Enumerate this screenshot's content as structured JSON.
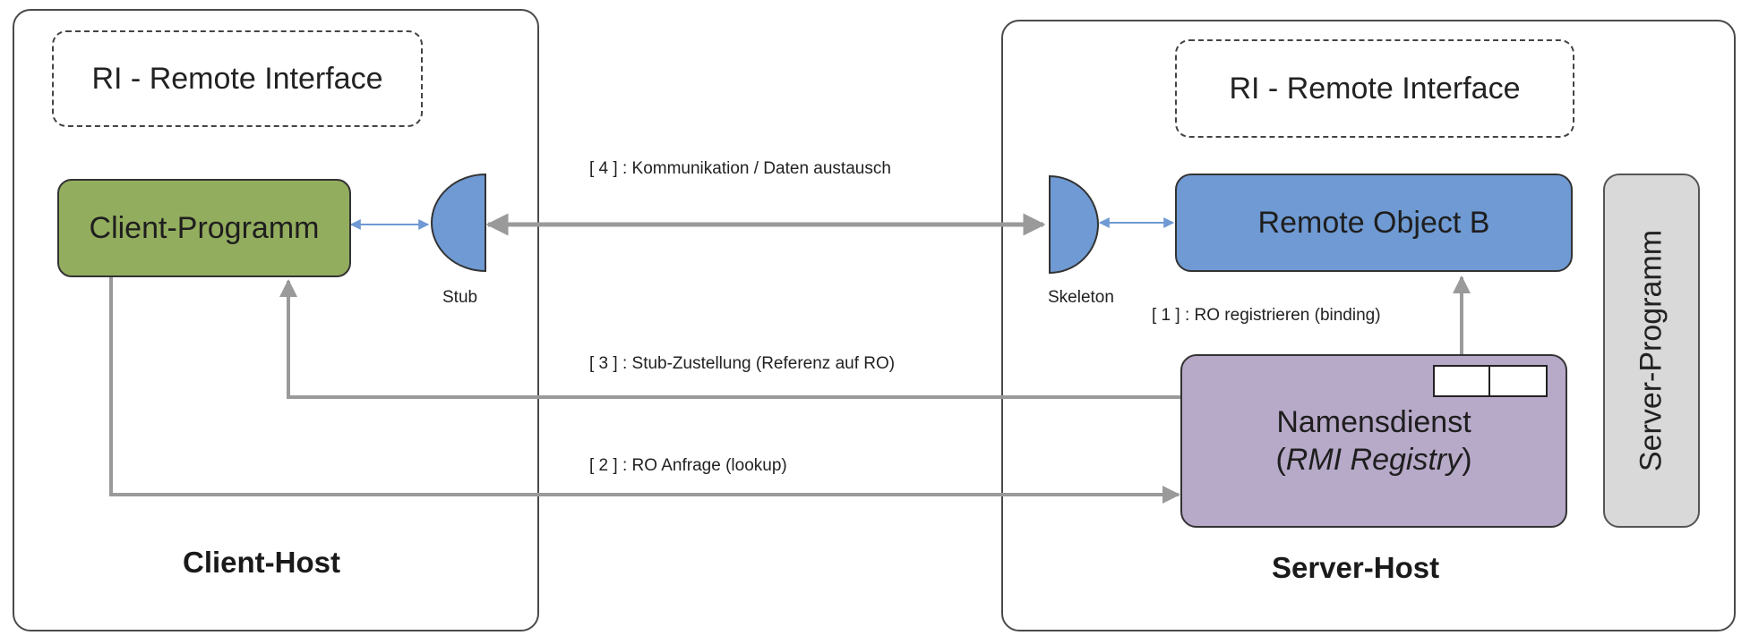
{
  "client_host": {
    "label": "Client-Host",
    "remote_interface": "RI - Remote Interface",
    "client_program": "Client-Programm",
    "stub": "Stub"
  },
  "server_host": {
    "label": "Server-Host",
    "remote_interface": "RI - Remote Interface",
    "remote_object": "Remote Object B",
    "skeleton": "Skeleton",
    "naming_service": "Namensdienst",
    "naming_service_sub_open": "(",
    "naming_service_sub": "RMI Registry",
    "naming_service_sub_close": ")",
    "server_program": "Server-Programm"
  },
  "flows": {
    "f1": "[ 1 ] : RO registrieren (binding)",
    "f2": "[ 2 ] : RO Anfrage (lookup)",
    "f3": "[ 3 ] : Stub-Zustellung (Referenz auf RO)",
    "f4": "[ 4 ] : Kommunikation / Daten austausch"
  },
  "colors": {
    "client_program": "#93ad5e",
    "remote_object": "#6f9ad3",
    "stub_skeleton": "#6f9ad3",
    "naming_service": "#b7a9c8",
    "server_program": "#d9d9d9",
    "arrow_gray": "#9a9a9a",
    "arrow_blue": "#6f9ad3"
  }
}
